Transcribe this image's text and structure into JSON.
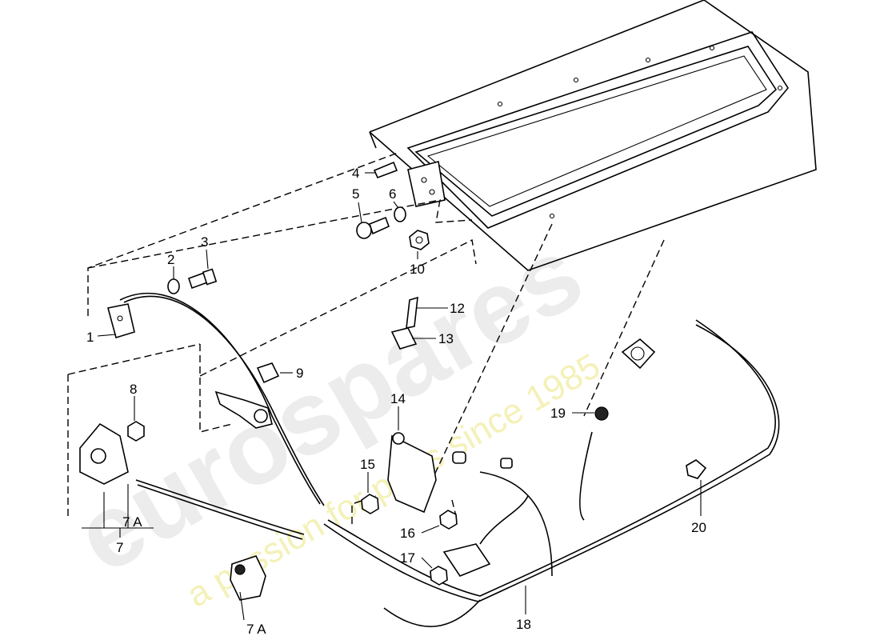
{
  "watermark": {
    "brand": "eurospares",
    "tagline": "a passion for parts since 1985"
  },
  "callouts": [
    {
      "id": "1",
      "text": "1"
    },
    {
      "id": "2",
      "text": "2"
    },
    {
      "id": "3",
      "text": "3"
    },
    {
      "id": "4",
      "text": "4"
    },
    {
      "id": "5",
      "text": "5"
    },
    {
      "id": "6",
      "text": "6"
    },
    {
      "id": "7",
      "text": "7"
    },
    {
      "id": "7A",
      "text": "7 A"
    },
    {
      "id": "7A-bottom",
      "text": "7 A"
    },
    {
      "id": "8",
      "text": "8"
    },
    {
      "id": "9",
      "text": "9"
    },
    {
      "id": "10",
      "text": "10"
    },
    {
      "id": "12",
      "text": "12"
    },
    {
      "id": "13",
      "text": "13"
    },
    {
      "id": "14",
      "text": "14"
    },
    {
      "id": "15",
      "text": "15"
    },
    {
      "id": "16",
      "text": "16"
    },
    {
      "id": "17",
      "text": "17"
    },
    {
      "id": "18",
      "text": "18"
    },
    {
      "id": "19",
      "text": "19"
    },
    {
      "id": "20",
      "text": "20"
    }
  ]
}
